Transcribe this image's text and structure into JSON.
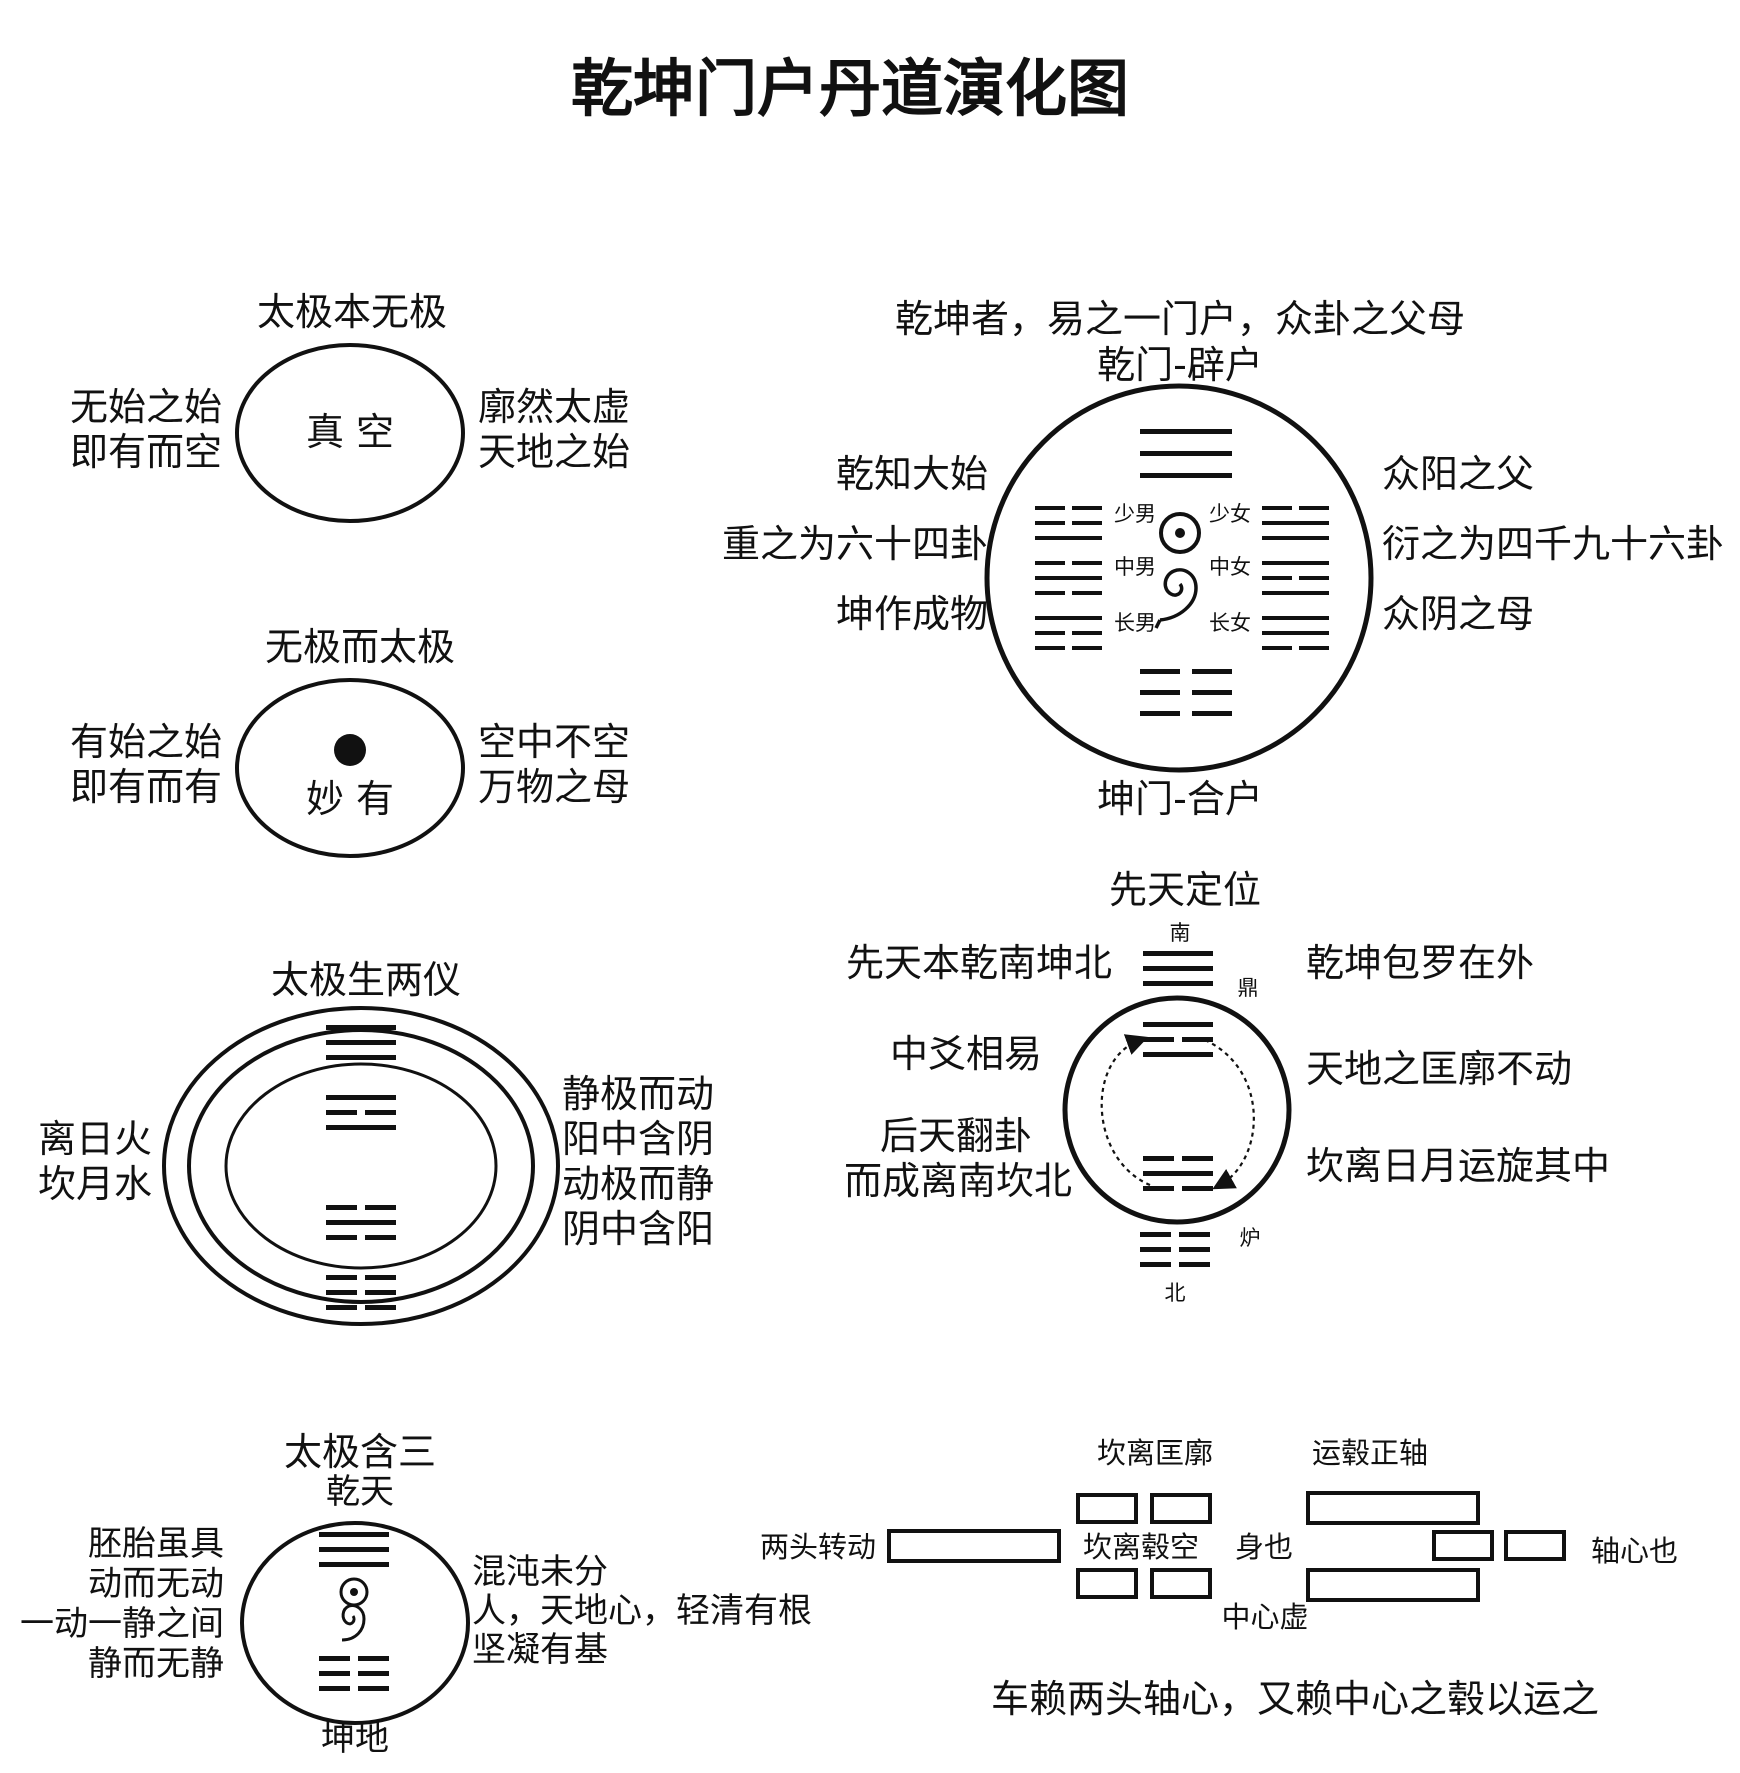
{
  "title": "乾坤门户丹道演化图",
  "colors": {
    "ink": "#111111",
    "background": "#ffffff"
  },
  "panel1": {
    "heading": "太极本无极",
    "center": "真 空",
    "left": [
      "无始之始",
      "即有而空"
    ],
    "right": [
      "廓然太虚",
      "天地之始"
    ]
  },
  "panel2": {
    "heading": "无极而太极",
    "center": "妙 有",
    "left": [
      "有始之始",
      "即有而有"
    ],
    "right": [
      "空中不空",
      "万物之母"
    ]
  },
  "panel3": {
    "heading": "太极生两仪",
    "left": [
      "离日火",
      "坎月水"
    ],
    "right": [
      "静极而动",
      "阳中含阴",
      "动极而静",
      "阴中含阳"
    ]
  },
  "panel4": {
    "heading": "太极含三",
    "top": "乾天",
    "bottom": "坤地",
    "left": [
      "胚胎虽具",
      "动而无动",
      "一动一静之间",
      "静而无静"
    ],
    "right": [
      "混沌未分",
      "人，天地心，轻清有根",
      "坚凝有基"
    ]
  },
  "panel5": {
    "heading": "乾坤者，易之一门户，众卦之父母",
    "top": "乾门-辟户",
    "bottom": "坤门-合户",
    "left": [
      "乾知大始",
      "重之为六十四卦",
      "坤作成物"
    ],
    "right": [
      "众阳之父",
      "衍之为四千九十六卦",
      "众阴之母"
    ],
    "inner_left": [
      "少男",
      "中男",
      "长男"
    ],
    "inner_right": [
      "少女",
      "中女",
      "长女"
    ]
  },
  "panel6": {
    "heading": "先天定位",
    "south": "南",
    "north": "北",
    "ding": "鼎",
    "lu": "炉",
    "left": [
      "先天本乾南坤北",
      "中爻相易",
      "后天翻卦",
      "而成离南坎北"
    ],
    "right": [
      "乾坤包罗在外",
      "天地之匡廓不动",
      "坎离日月运旋其中"
    ]
  },
  "panel7": {
    "label_kanli_frame": "坎离匡廓",
    "label_axle": "运毂正轴",
    "label_two_ends": "两头转动",
    "label_hub_empty": "坎离毂空",
    "label_body": "身也",
    "label_axle_center": "轴心也",
    "label_center_void": "中心虚",
    "caption": "车赖两头轴心，又赖中心之毂以运之"
  }
}
